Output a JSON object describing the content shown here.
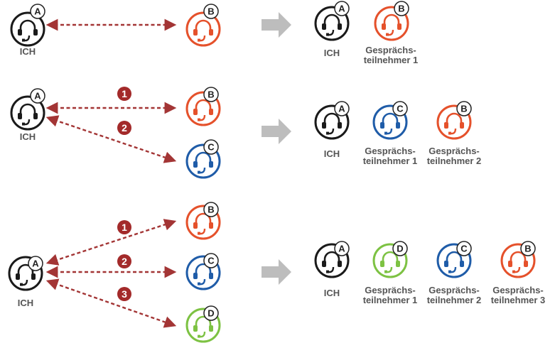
{
  "colors": {
    "me": "#1a1a1a",
    "b": "#e5512b",
    "c": "#1f5ca8",
    "d": "#7dc243",
    "link": "#a33535",
    "step": "#a32a2a",
    "arrow": "#bdbdbd",
    "label": "#555555"
  },
  "units": {
    "a": {
      "letter": "A"
    },
    "b": {
      "letter": "B"
    },
    "c": {
      "letter": "C"
    },
    "d": {
      "letter": "D"
    }
  },
  "labels": {
    "me": "ICH",
    "p1_line1": "Gesprächs-",
    "p1_line2": "teilnehmer 1",
    "p2_line1": "Gesprächs-",
    "p2_line2": "teilnehmer 2",
    "p3_line1": "Gesprächs-",
    "p3_line2": "teilnehmer 3"
  },
  "steps": [
    "1",
    "2",
    "3"
  ],
  "icons": [
    "headset-icon",
    "right-arrow-icon",
    "double-arrow-link"
  ]
}
